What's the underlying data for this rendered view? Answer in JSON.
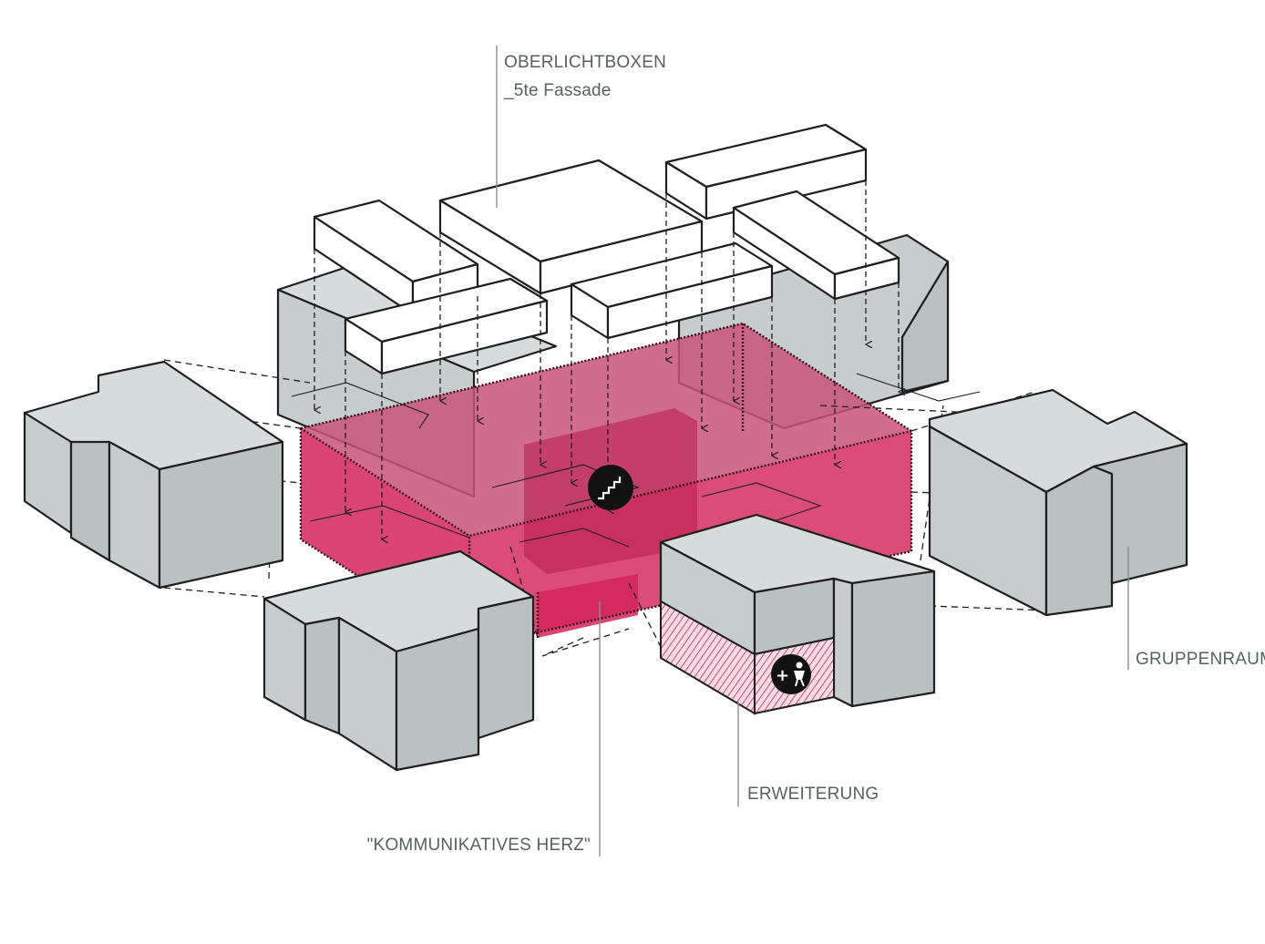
{
  "labels": {
    "skylight_title": "OBERLICHTBOXEN",
    "skylight_subtitle": "_5te Fassade",
    "group_room": "GRUPPENRAUM",
    "extension": "ERWEITERUNG",
    "heart": "\"KOMMUNIKATIVES HERZ\""
  },
  "colors": {
    "core_pink": "#d3245a",
    "grey_volume": "#c6cdcc",
    "skylight_white": "#ffffff",
    "label_text": "#5a5f63"
  },
  "icons": {
    "stairs": "stairs-icon",
    "extension_child": "child-plus-icon"
  }
}
